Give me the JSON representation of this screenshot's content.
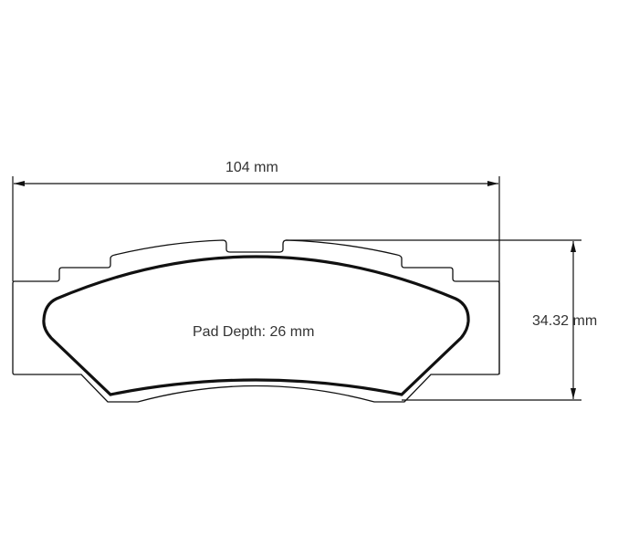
{
  "diagram": {
    "width_label": "104 mm",
    "height_label": "34.32 mm",
    "depth_label": "Pad Depth: 26 mm",
    "line_color": "#111111",
    "text_color": "#333333"
  }
}
